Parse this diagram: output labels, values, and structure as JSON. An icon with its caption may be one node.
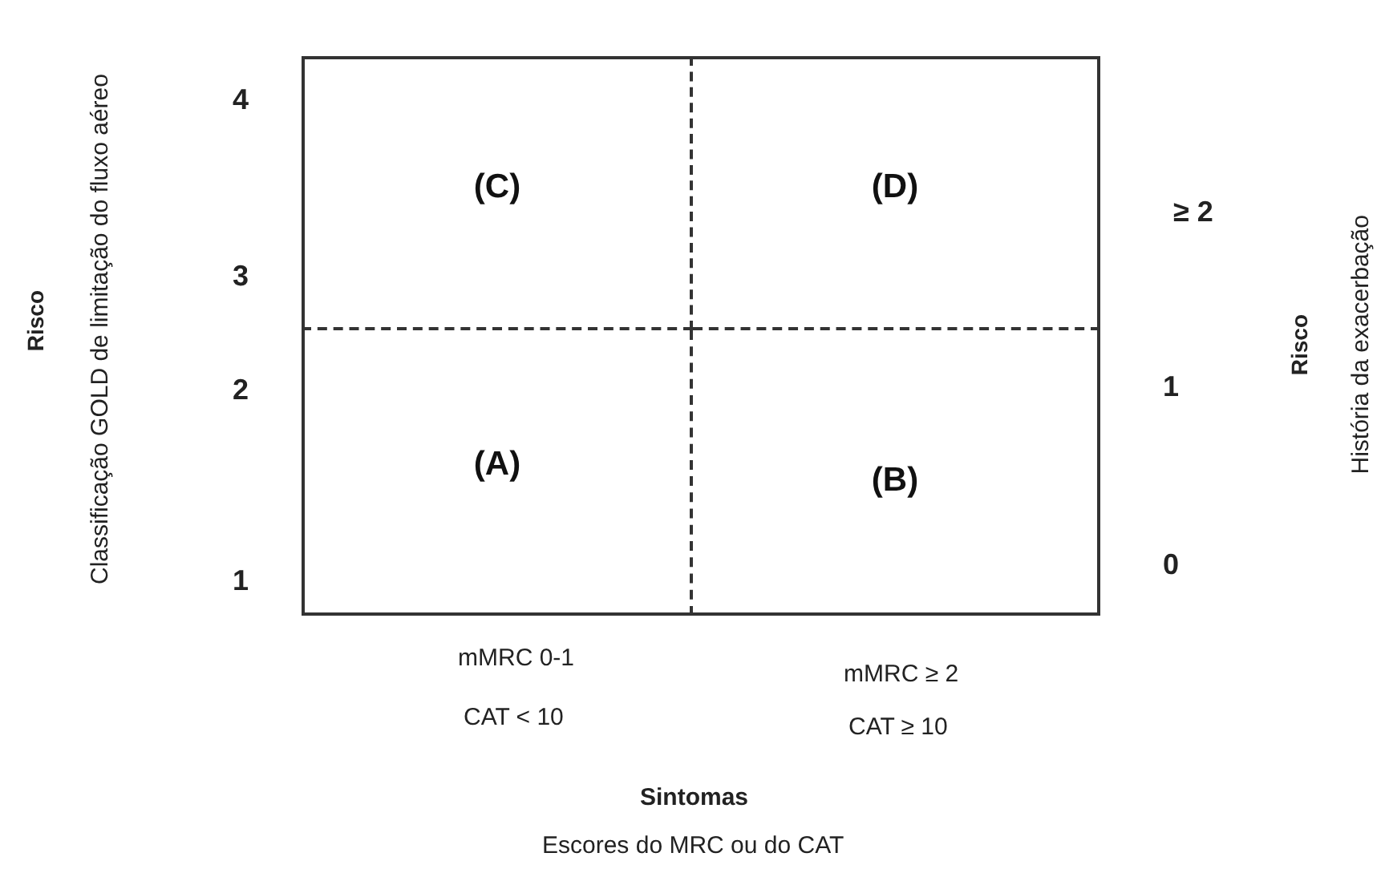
{
  "diagram": {
    "nodes": [
      {
        "text": [
          "(C)"
        ]
      },
      {
        "text": [
          "(D)"
        ]
      },
      {
        "text": [
          "(A)"
        ]
      },
      {
        "text": [
          "(B)"
        ]
      }
    ],
    "labels": [
      "4",
      "3",
      "2",
      "1",
      "≥ 2",
      "1",
      "0",
      "Risco",
      "Classificação GOLD de limitação do fluxo aéreo",
      "Risco",
      "História da exacerbação",
      "mMRC 0-1",
      "CAT < 10",
      "mMRC ≥ 2",
      "CAT ≥ 10",
      "Sintomas",
      "Escores do MRC ou do CAT"
    ]
  }
}
